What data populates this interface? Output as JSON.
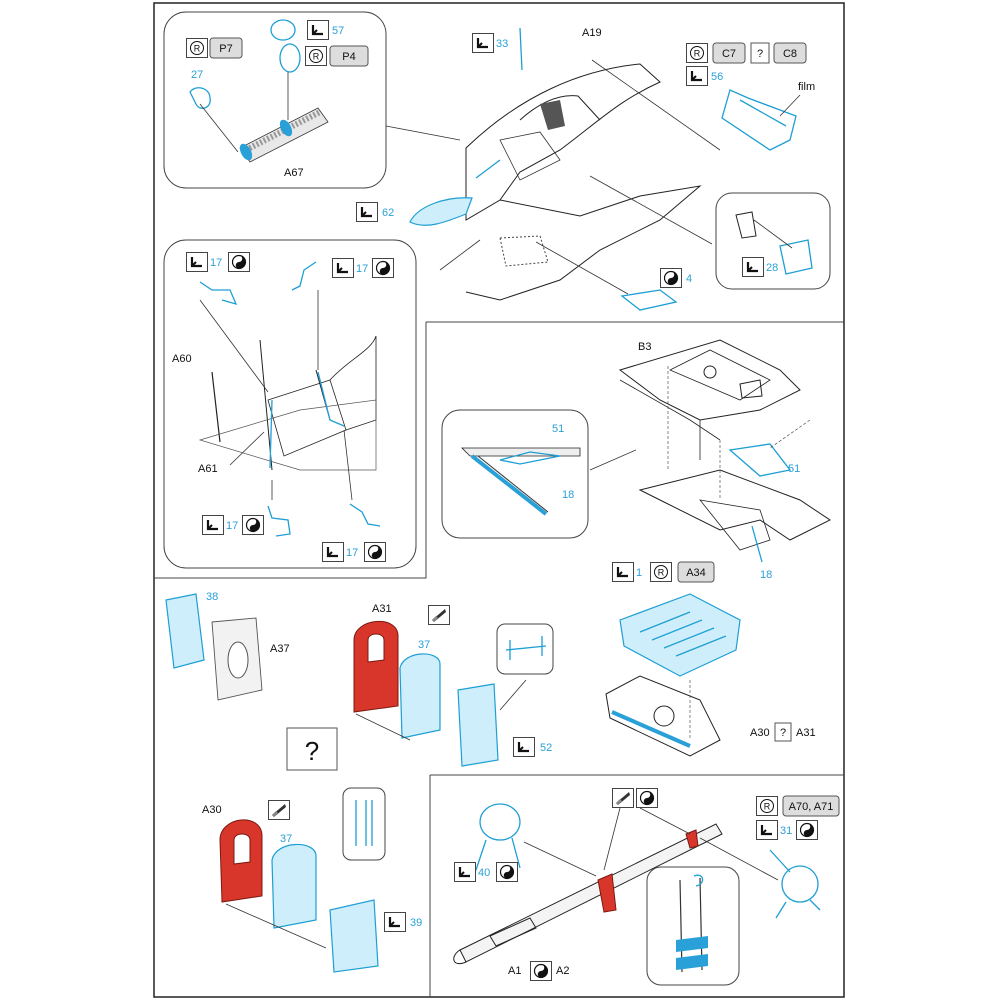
{
  "labels": {
    "p7": "P7",
    "p4": "P4",
    "n27": "27",
    "n57": "57",
    "a67": "A67",
    "n33": "33",
    "a19": "A19",
    "c7": "C7",
    "q": "?",
    "c8": "C8",
    "n56": "56",
    "film": "film",
    "n62": "62",
    "n28": "28",
    "n4": "4",
    "n17a": "17",
    "n17b": "17",
    "n17c": "17",
    "n17d": "17",
    "a60": "A60",
    "a61": "A61",
    "b3": "B3",
    "n51a": "51",
    "n18a": "18",
    "n51b": "51",
    "n18b": "18",
    "n1": "1",
    "a34": "A34",
    "n38": "38",
    "a37": "A37",
    "a31": "A31",
    "n37a": "37",
    "n52": "52",
    "a30a": "A30",
    "q2": "?",
    "a31b": "A31",
    "qbig": "?",
    "a30b": "A30",
    "n37b": "37",
    "n39": "39",
    "a70": "A70, A71",
    "n31": "31",
    "n40": "40",
    "a1": "A1",
    "a2": "A2"
  },
  "colors": {
    "pe_blue": "#2aa0d8",
    "painted_red": "#d8362b",
    "box_grey": "#dddddd"
  },
  "icons": [
    "fold-icon",
    "resin-icon",
    "yin-yang-icon",
    "paint-icon",
    "question-icon"
  ]
}
